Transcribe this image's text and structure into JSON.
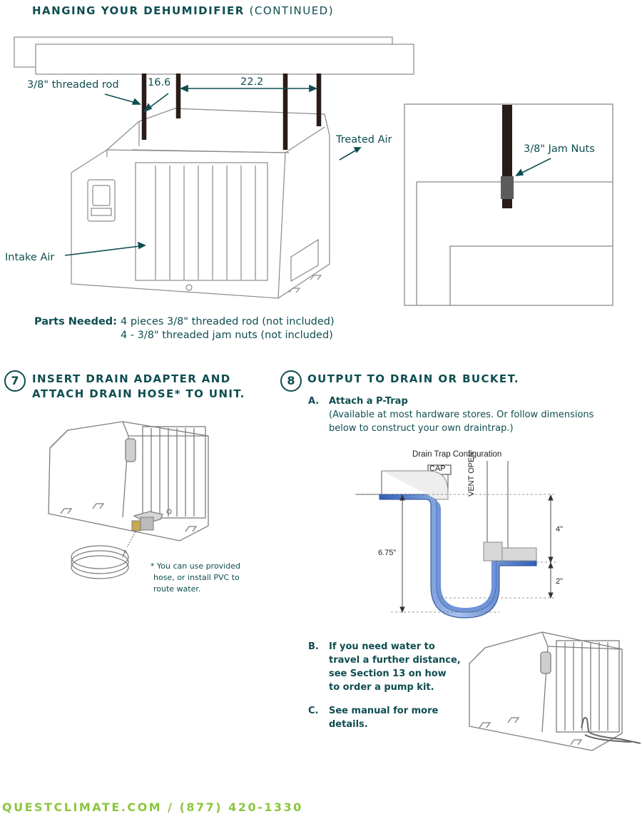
{
  "header": {
    "title_bold": "HANGING YOUR DEHUMIDIFIER",
    "title_light": "(CONTINUED)"
  },
  "hanging_diagram": {
    "rod_label": "3/8\" threaded rod",
    "dim_short": "16.6",
    "dim_long": "22.2",
    "treated_air": "Treated Air",
    "intake_air": "Intake Air",
    "jam_nuts": "3/8\" Jam Nuts"
  },
  "parts": {
    "label": "Parts Needed:",
    "line1": "4 pieces 3/8\" threaded rod (not included)",
    "line2": "4 - 3/8\" threaded jam nuts (not included)"
  },
  "step7": {
    "number": "7",
    "title_line1": "INSERT DRAIN ADAPTER AND",
    "title_line2": "ATTACH DRAIN HOSE* TO UNIT.",
    "note_line1": "* You can use provided",
    "note_line2": "hose, or install PVC to",
    "note_line3": "route water."
  },
  "step8": {
    "number": "8",
    "title": "OUTPUT TO DRAIN OR BUCKET.",
    "a_letter": "A.",
    "a_title": "Attach a P-Trap",
    "a_desc1": "(Available at most hardware stores. Or follow dimensions",
    "a_desc2": "below to construct your own draintrap.)",
    "trap_title": "Drain Trap Configuration",
    "cap": "CAP",
    "vent": "VENT OPEN",
    "dim_total": "6.75\"",
    "dim_4": "4\"",
    "dim_2": "2\"",
    "b_letter": "B.",
    "b_line1": "If you need water to",
    "b_line2": "travel a further distance,",
    "b_line3": "see Section 13 on how",
    "b_line4": "to order a pump kit.",
    "c_letter": "C.",
    "c_line1": "See manual for more",
    "c_line2": "details."
  },
  "footer": {
    "text": "QUESTCLIMATE.COM / (877) 420-1330"
  },
  "colors": {
    "teal": "#0e4d50",
    "green": "#8cc63e",
    "water_blue": "#4a78c8",
    "line_gray": "#7d7d7d"
  }
}
